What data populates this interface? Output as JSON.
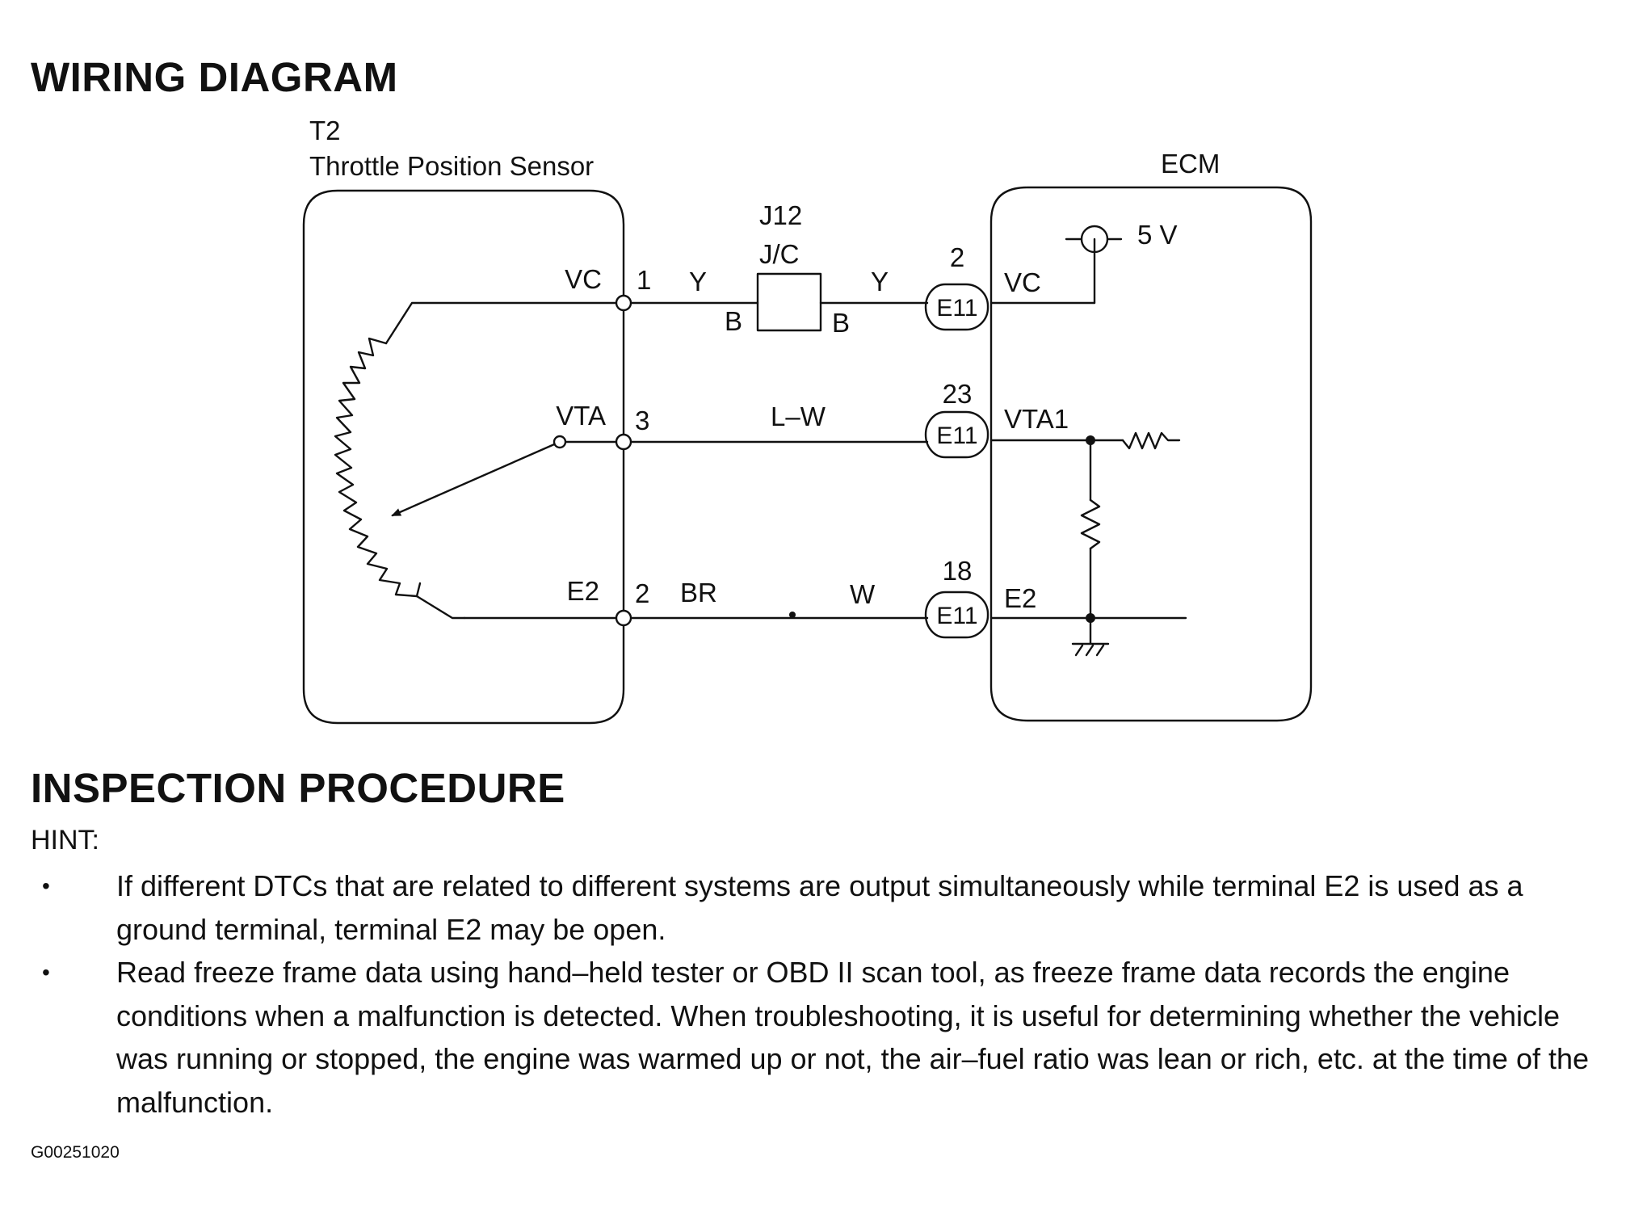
{
  "headings": {
    "wiring": "WIRING DIAGRAM",
    "inspection": "INSPECTION PROCEDURE"
  },
  "diagram": {
    "sensor": {
      "code": "T2",
      "name": "Throttle Position Sensor"
    },
    "ecm": {
      "name": "ECM",
      "supply": "5 V"
    },
    "junction": {
      "code": "J12",
      "name": "J/C",
      "pin_left": "B",
      "pin_right": "B"
    },
    "sensor_terminals": [
      {
        "label": "VC",
        "pin": "1"
      },
      {
        "label": "VTA",
        "pin": "3"
      },
      {
        "label": "E2",
        "pin": "2"
      }
    ],
    "wire_colors": {
      "vc_left": "Y",
      "vc_right": "Y",
      "vta": "L–W",
      "e2_left": "BR",
      "e2_right": "W"
    },
    "ecm_connectors": [
      {
        "pin": "2",
        "connector": "E11",
        "terminal": "VC"
      },
      {
        "pin": "23",
        "connector": "E11",
        "terminal": "VTA1"
      },
      {
        "pin": "18",
        "connector": "E11",
        "terminal": "E2"
      }
    ]
  },
  "inspection": {
    "hint_label": "HINT:",
    "bullet_symbol": "•",
    "bullets": [
      "If different DTCs that are related to different systems are output simultaneously while terminal E2 is used as a ground terminal, terminal E2 may be open.",
      "Read freeze frame data using hand–held tester or OBD II scan tool, as freeze frame data records the engine conditions when a malfunction is detected. When troubleshooting, it is useful for determining whether the vehicle was running or stopped, the engine was warmed up or not, the air–fuel ratio was lean or rich, etc. at the time of the malfunction."
    ]
  },
  "footer": {
    "code": "G00251020"
  }
}
